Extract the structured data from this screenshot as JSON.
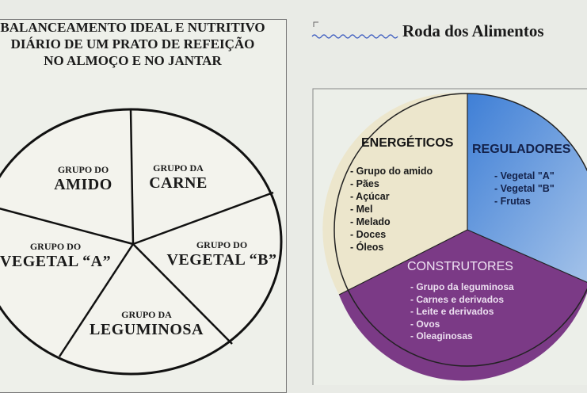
{
  "left_diagram": {
    "title_lines": [
      "BALANCEAMENTO IDEAL E NUTRITIVO",
      "DIÁRIO DE UM PRATO DE REFEIÇÃO",
      "NO ALMOÇO E NO JANTAR"
    ],
    "segments": [
      {
        "small": "GRUPO DO",
        "large": "AMIDO"
      },
      {
        "small": "GRUPO DA",
        "large": "CARNE"
      },
      {
        "small": "GRUPO DO",
        "large": "VEGETAL “B”"
      },
      {
        "small": "GRUPO DA",
        "large": "LEGUMINOSA"
      },
      {
        "small": "GRUPO DO",
        "large": "VEGETAL “A”"
      }
    ]
  },
  "right_diagram": {
    "title": "Roda dos Alimentos",
    "colors": {
      "energeticos": "#ece6cc",
      "reguladores": "#4a88d8",
      "construtores": "#7b3a86"
    },
    "energeticos": {
      "title": "ENERGÉTICOS",
      "items": [
        "- Grupo do amido",
        "- Pães",
        "- Açúcar",
        "- Mel",
        "- Melado",
        "- Doces",
        "- Óleos"
      ]
    },
    "reguladores": {
      "title": "REGULADORES",
      "items": [
        "- Vegetal \"A\"",
        "- Vegetal \"B\"",
        "- Frutas"
      ]
    },
    "construtores": {
      "title": "CONSTRUTORES",
      "items": [
        "- Grupo da leguminosa",
        "- Carnes e derivados",
        "- Leite e derivados",
        "- Ovos",
        "- Oleaginosas"
      ]
    }
  }
}
